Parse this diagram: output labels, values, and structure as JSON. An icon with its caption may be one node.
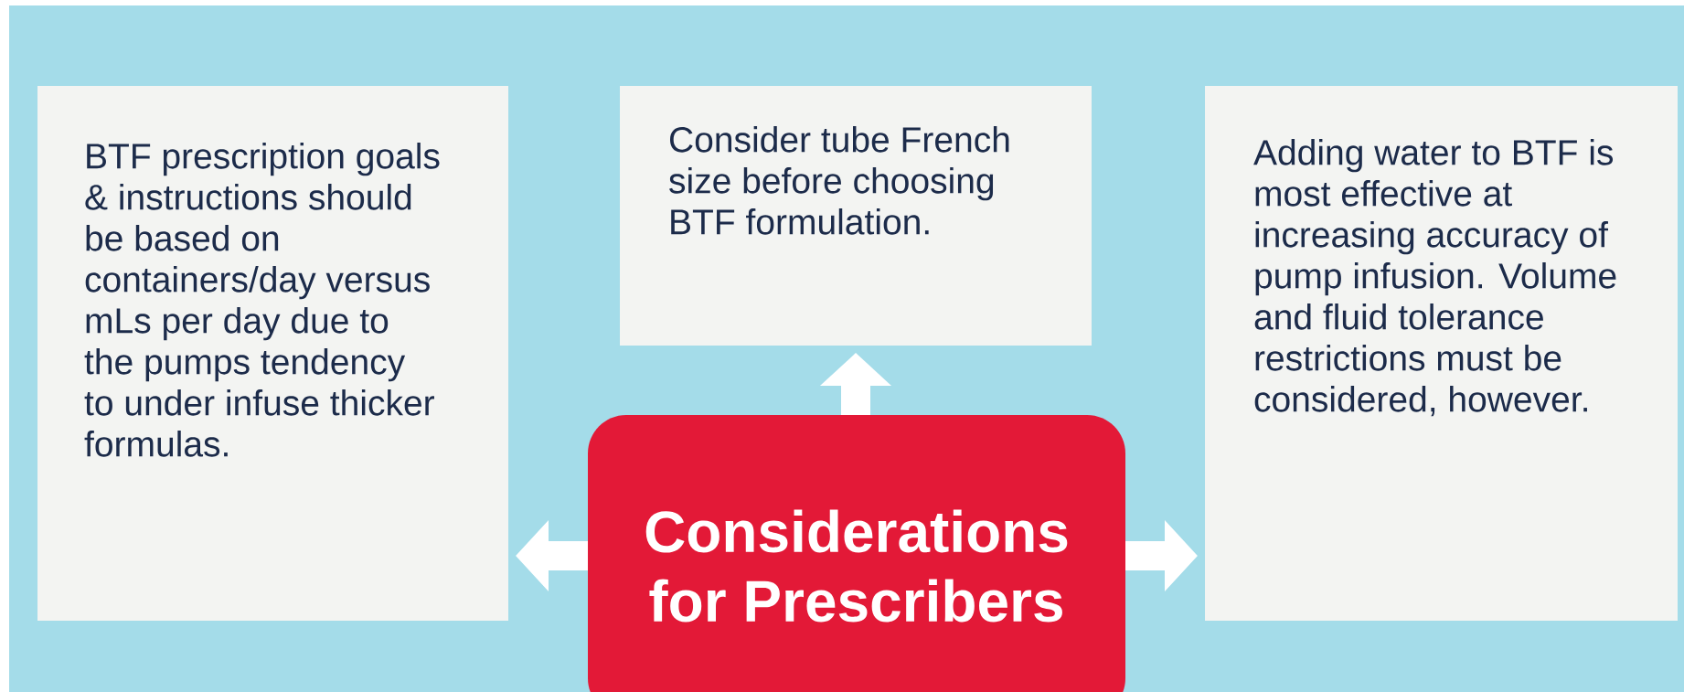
{
  "diagram": {
    "nodes": [
      {
        "text": [
          "BTF prescription goals & instructions should be based on containers/day versus mLs per day due to the pumps tendency to under infuse thicker formulas."
        ]
      },
      {
        "text": [
          "Consider tube French size before choosing BTF formulation."
        ]
      },
      {
        "text": [
          "Adding water to BTF is most effective at increasing accuracy of pump infusion. Volume and fluid tolerance restrictions must be considered, however."
        ]
      },
      {
        "text": [
          "Considerations for Prescribers"
        ]
      }
    ],
    "edges": [
      {
        "from": 3,
        "to": 0,
        "arrow": "to"
      },
      {
        "from": 3,
        "to": 1,
        "arrow": "to"
      },
      {
        "from": 3,
        "to": 2,
        "arrow": "to"
      }
    ]
  }
}
